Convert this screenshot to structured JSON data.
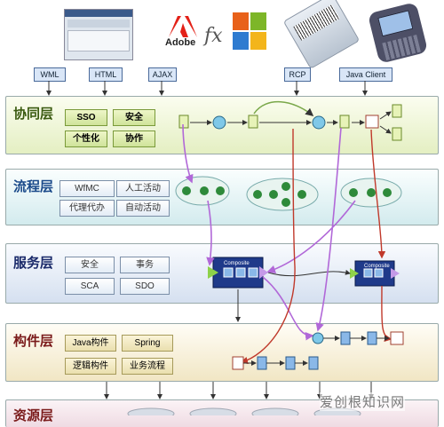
{
  "clients": [
    "WML",
    "HTML",
    "AJAX",
    "RCP",
    "Java Client"
  ],
  "logos": {
    "adobe": "Adobe",
    "fx": "fx"
  },
  "layers": {
    "collab": {
      "title": "协同层",
      "items": [
        "SSO",
        "安全",
        "个性化",
        "协作"
      ]
    },
    "process": {
      "title": "流程层",
      "items": [
        "WfMC",
        "人工活动",
        "代理代办",
        "自动活动"
      ]
    },
    "service": {
      "title": "服务层",
      "items": [
        "安全",
        "事务",
        "SCA",
        "SDO"
      ]
    },
    "component": {
      "title": "构件层",
      "items": [
        "Java构件",
        "Spring",
        "逻辑构件",
        "业务流程"
      ]
    },
    "resource": {
      "title": "资源层"
    }
  },
  "composite_label": "Composite",
  "watermark": "爱创根知识网",
  "colors": {
    "collab_bg": "#eef5d8",
    "process_bg": "#e5f3f4",
    "service_bg": "#e6edf7",
    "component_bg": "#f7f0dc",
    "arrow_purple": "#b168d8",
    "arrow_red": "#c0392b"
  }
}
